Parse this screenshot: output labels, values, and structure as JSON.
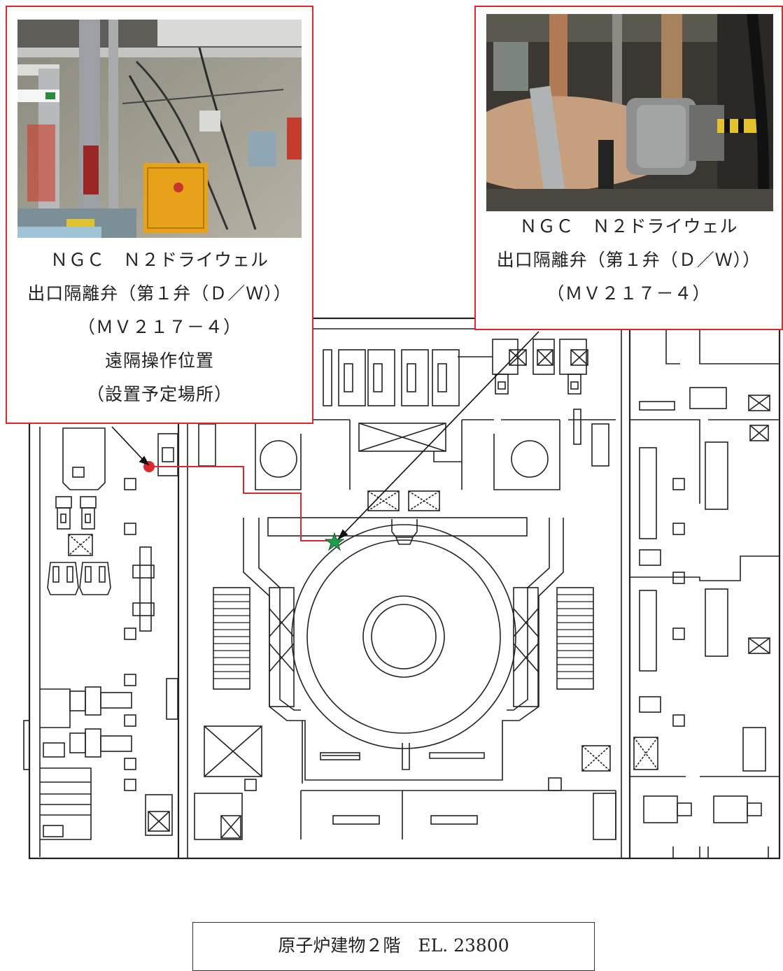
{
  "callout_left": {
    "lines": [
      "ＮＧＣ　Ｎ２ドライウェル",
      "出口隔離弁（第１弁（Ｄ／Ｗ））",
      "（ＭＶ２１７－４）",
      "遠隔操作位置",
      "（設置予定場所）"
    ]
  },
  "callout_right": {
    "lines": [
      "ＮＧＣ　Ｎ２ドライウェル",
      "出口隔離弁（第１弁（Ｄ／Ｗ））",
      "（ＭＶ２１７－４）"
    ]
  },
  "floor_caption": "原子炉建物２階　EL. 23800",
  "colors": {
    "callout_border": "#e0282c",
    "route_line": "#e0282c",
    "remote_point": "#e0282c",
    "valve_star": "#1e9e4a",
    "walls": "#222222"
  },
  "markers": [
    {
      "name": "remote-operation-point",
      "shape": "circle"
    },
    {
      "name": "valve-location",
      "shape": "star"
    }
  ]
}
